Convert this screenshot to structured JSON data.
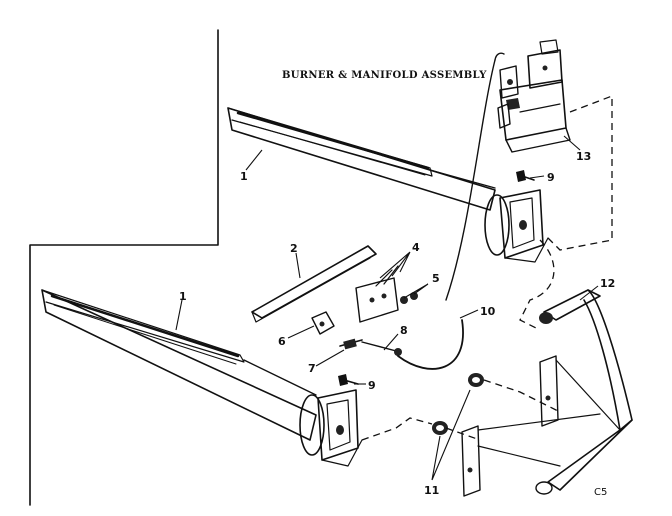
{
  "diagram": {
    "title": "BURNER & MANIFOLD ASSEMBLY",
    "drawing_code": "C5"
  },
  "callouts": {
    "burner_upper": "1",
    "burner_lower": "1",
    "bracket": "2",
    "screws": "4",
    "nuts": "5",
    "clip": "6",
    "orifice": "7",
    "fitting": "8",
    "screw_upper": "9",
    "screw_lower": "9",
    "tube": "10",
    "bushing": "11",
    "manifold": "12",
    "gas_valve": "13"
  }
}
